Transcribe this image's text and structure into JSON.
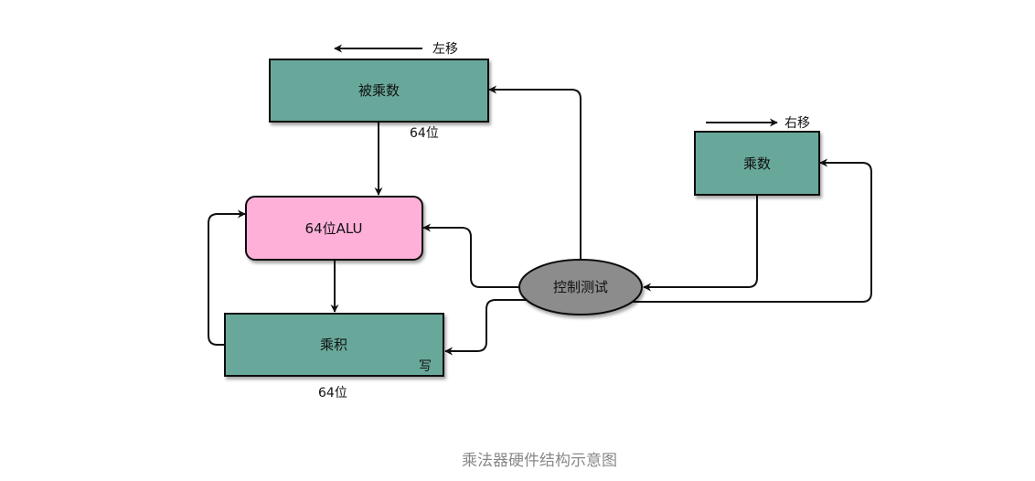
{
  "colors": {
    "teal_box": "#68A89A",
    "pink_box": "#FFB0D9",
    "ellipse": "#8C8C8C",
    "stroke": "#111111",
    "caption": "#888888"
  },
  "nodes": {
    "multiplicand": {
      "label": "被乘数",
      "shift": "左移",
      "width_note": "64位"
    },
    "multiplier": {
      "label": "乘数",
      "shift": "右移"
    },
    "alu": {
      "label": "64位ALU"
    },
    "product": {
      "label": "乘积",
      "write": "写",
      "width_note": "64位"
    },
    "control": {
      "label": "控制测试"
    }
  },
  "caption": "乘法器硬件结构示意图"
}
